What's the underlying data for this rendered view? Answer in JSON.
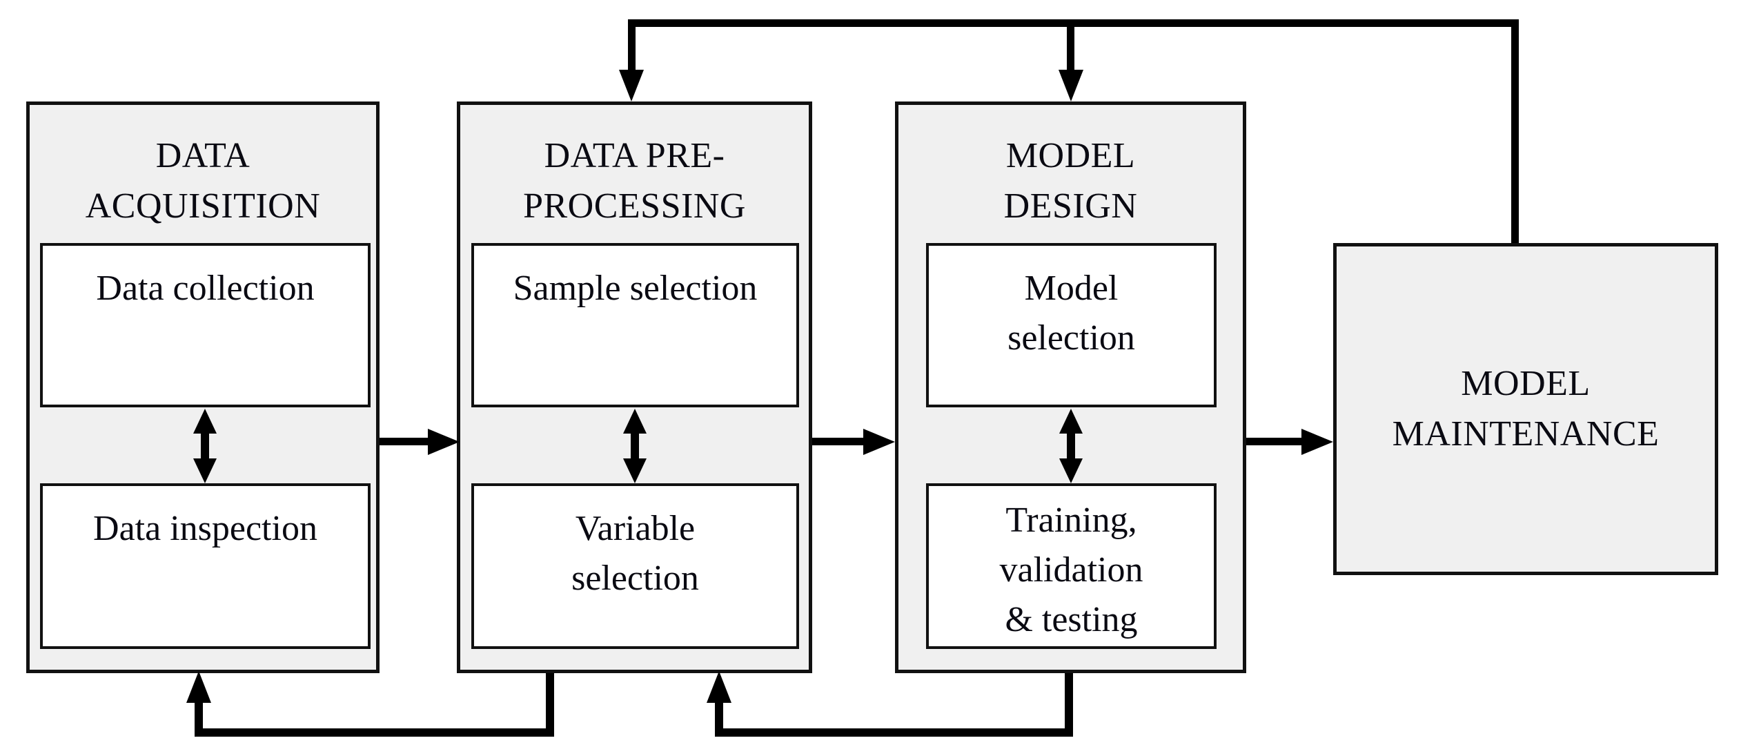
{
  "diagram_type": "workflow-flowchart",
  "colors": {
    "background": "#ffffff",
    "stage_fill": "#f0f0f0",
    "stage_border": "#111111",
    "subbox_fill": "#ffffff",
    "arrow": "#000000",
    "text": "#0a0a12"
  },
  "stages": [
    {
      "id": "data-acquisition",
      "title_lines": [
        "DATA",
        "ACQUISITION"
      ],
      "children": [
        {
          "id": "data-collection",
          "lines": [
            "Data collection"
          ]
        },
        {
          "id": "data-inspection",
          "lines": [
            "Data inspection"
          ]
        }
      ]
    },
    {
      "id": "data-pre-processing",
      "title_lines": [
        "DATA PRE-",
        "PROCESSING"
      ],
      "children": [
        {
          "id": "sample-selection",
          "lines": [
            "Sample selection"
          ]
        },
        {
          "id": "variable-selection",
          "lines": [
            "Variable",
            "selection"
          ]
        }
      ]
    },
    {
      "id": "model-design",
      "title_lines": [
        "MODEL",
        "DESIGN"
      ],
      "children": [
        {
          "id": "model-selection",
          "lines": [
            "Model",
            "selection"
          ]
        },
        {
          "id": "training-validation-testing",
          "lines": [
            "Training,",
            "validation",
            "& testing"
          ]
        }
      ]
    },
    {
      "id": "model-maintenance",
      "title_lines": [
        "MODEL",
        "MAINTENANCE"
      ],
      "children": []
    }
  ],
  "connections": [
    {
      "from": "data-acquisition",
      "to": "data-pre-processing",
      "type": "forward"
    },
    {
      "from": "data-pre-processing",
      "to": "model-design",
      "type": "forward"
    },
    {
      "from": "model-design",
      "to": "model-maintenance",
      "type": "forward"
    },
    {
      "from": "data-collection",
      "to": "data-inspection",
      "type": "bidirectional"
    },
    {
      "from": "sample-selection",
      "to": "variable-selection",
      "type": "bidirectional"
    },
    {
      "from": "model-selection",
      "to": "training-validation-testing",
      "type": "bidirectional"
    },
    {
      "from": "model-maintenance",
      "to": "data-pre-processing",
      "type": "feedback-top"
    },
    {
      "from": "model-maintenance",
      "to": "model-design",
      "type": "feedback-top"
    },
    {
      "from": "data-pre-processing",
      "to": "data-acquisition",
      "type": "feedback-bottom"
    },
    {
      "from": "model-design",
      "to": "data-pre-processing",
      "type": "feedback-bottom"
    }
  ]
}
